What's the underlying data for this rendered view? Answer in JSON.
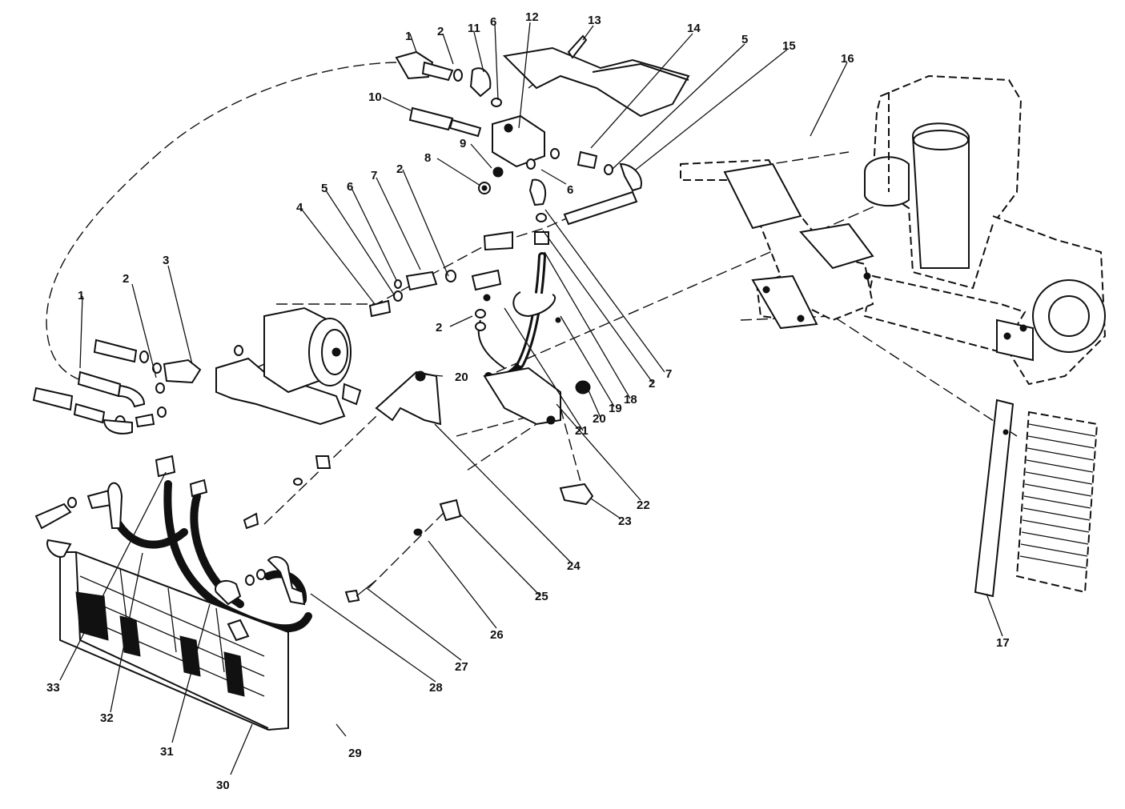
{
  "diagram": {
    "callouts": [
      {
        "key": "c1a",
        "text": "1"
      },
      {
        "key": "c2a",
        "text": "2"
      },
      {
        "key": "c11",
        "text": "11"
      },
      {
        "key": "c6a",
        "text": "6"
      },
      {
        "key": "c12",
        "text": "12"
      },
      {
        "key": "c13",
        "text": "13"
      },
      {
        "key": "c14",
        "text": "14"
      },
      {
        "key": "c5a",
        "text": "5"
      },
      {
        "key": "c15",
        "text": "15"
      },
      {
        "key": "c16",
        "text": "16"
      },
      {
        "key": "c10",
        "text": "10"
      },
      {
        "key": "c9",
        "text": "9"
      },
      {
        "key": "c8",
        "text": "8"
      },
      {
        "key": "c6b",
        "text": "6"
      },
      {
        "key": "c2b",
        "text": "2"
      },
      {
        "key": "c7a",
        "text": "7"
      },
      {
        "key": "c6c",
        "text": "6"
      },
      {
        "key": "c5b",
        "text": "5"
      },
      {
        "key": "c4",
        "text": "4"
      },
      {
        "key": "c3",
        "text": "3"
      },
      {
        "key": "c2c",
        "text": "2"
      },
      {
        "key": "c1b",
        "text": "1"
      },
      {
        "key": "c2d",
        "text": "2"
      },
      {
        "key": "c2e",
        "text": "2"
      },
      {
        "key": "c7b",
        "text": "7"
      },
      {
        "key": "c18",
        "text": "18"
      },
      {
        "key": "c19",
        "text": "19"
      },
      {
        "key": "c20a",
        "text": "20"
      },
      {
        "key": "c20b",
        "text": "20"
      },
      {
        "key": "c21",
        "text": "21"
      },
      {
        "key": "c22",
        "text": "22"
      },
      {
        "key": "c23",
        "text": "23"
      },
      {
        "key": "c24",
        "text": "24"
      },
      {
        "key": "c25",
        "text": "25"
      },
      {
        "key": "c26",
        "text": "26"
      },
      {
        "key": "c27",
        "text": "27"
      },
      {
        "key": "c28",
        "text": "28"
      },
      {
        "key": "c29",
        "text": "29"
      },
      {
        "key": "c30",
        "text": "30"
      },
      {
        "key": "c31",
        "text": "31"
      },
      {
        "key": "c32",
        "text": "32"
      },
      {
        "key": "c33",
        "text": "33"
      },
      {
        "key": "c17",
        "text": "17"
      }
    ]
  }
}
